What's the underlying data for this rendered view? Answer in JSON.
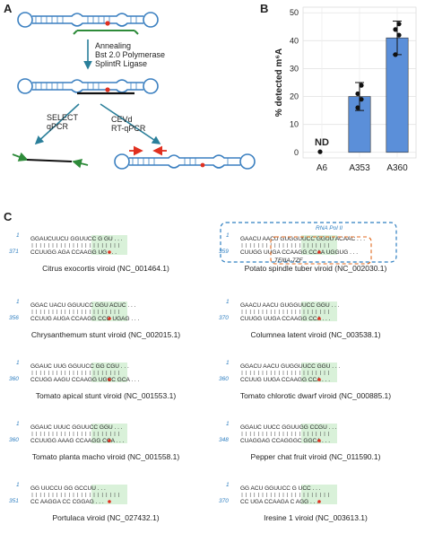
{
  "panels": {
    "a": "A",
    "b": "B",
    "c": "C"
  },
  "panel_a": {
    "steps": [
      "Annealing",
      "Bst 2.0 Polymerase",
      "SplintR Ligase"
    ],
    "branch_left": [
      "SELECT",
      "qPCR"
    ],
    "branch_right": [
      "CEVd",
      "RT-qPCR"
    ]
  },
  "chart_data": {
    "type": "bar",
    "categories": [
      "A6",
      "A353",
      "A360"
    ],
    "values": [
      0,
      20,
      41
    ],
    "errors": [
      0,
      5,
      6
    ],
    "points": [
      [
        0.2
      ],
      [
        16,
        19,
        21,
        24
      ],
      [
        35,
        42,
        44,
        46
      ]
    ],
    "ylabel": "% detected m⁶A",
    "yticks": [
      0,
      10,
      20,
      30,
      40,
      50
    ],
    "ylim": [
      -2,
      52
    ],
    "grid": true,
    "annotation": "ND",
    "bar_color": "#5b8fd9"
  },
  "panel_c": {
    "viroids": [
      {
        "name": "Citrus exocortis viroid  (NC_001464.1)",
        "start": "1",
        "end": "371",
        "top": "GGAUCUUCU  GGUUCC  G  GU",
        "bottom": "CCUUGG  AGA  CCAAGG  UG"
      },
      {
        "name": "Potato spindle tuber viroid  (NC_002030.1)",
        "start": "1",
        "end": "359",
        "top": "GAACU  AACU  GUGGUUCC  GGUU  ACAAC",
        "bottom": "CUUGG  UUGA  CCAAGG  CCAA  UGGUG",
        "box1": "RNA Pol II",
        "box2": "TFIIIA-7ZF"
      },
      {
        "name": "Chrysanthemum stunt viroid  (NC_002015.1)",
        "start": "1",
        "end": "356",
        "top": "GGAC  UACU  GGUUCC  GGU  ACUC",
        "bottom": "CCUUG  AUGA  CCAAGG  CCG  UGAG"
      },
      {
        "name": "Columnea latent viroid  (NC_003538.1)",
        "start": "1",
        "end": "370",
        "top": "GAACU  AACU  GUGGUUCC  GGU",
        "bottom": "CUUGG  UUGA  CCAAGG  CCA"
      },
      {
        "name": "Tomato apical stunt viroid  (NC_001553.1)",
        "start": "1",
        "end": "360",
        "top": "GGAUC  UUG  GGUUCC  GG  CGU",
        "bottom": "CCUGG  AAGU  CCAAGG  UGCC  GCA"
      },
      {
        "name": "Tomato chlorotic dwarf viroid  (NC_000885.1)",
        "start": "1",
        "end": "360",
        "top": "GGACU  AACU  GUGGUUCC  GGU",
        "bottom": "CCUUG  UUGA  CCAAGG  CCA"
      },
      {
        "name": "Tomato planta macho viroid  (NC_001558.1)",
        "start": "1",
        "end": "360",
        "top": "GGAUC  UUUC  GGUUCC  GGU",
        "bottom": "CCUUGG  AAAG  CCAAGG  CCA"
      },
      {
        "name": "Pepper chat fruit viroid  (NC_011590.1)",
        "start": "1",
        "end": "348",
        "top": "GGAUC  UUCC  GGUUGG  CCGU",
        "bottom": "CUAGGAG  CCAGGGC  GGCA"
      },
      {
        "name": "Portulaca viroid  (NC_027432.1)",
        "start": "1",
        "end": "351",
        "top": "GG  UUCCU  GG  GCCUU",
        "bottom": "CC  AAGGA  CC  CGGAG"
      },
      {
        "name": "Iresine 1 viroid  (NC_003613.1)",
        "start": "1",
        "end": "370",
        "top": "GG  ACU  GGUUCC  G  UCC",
        "bottom": "CC  UGA  CCAAGA  C  AGG"
      }
    ]
  }
}
